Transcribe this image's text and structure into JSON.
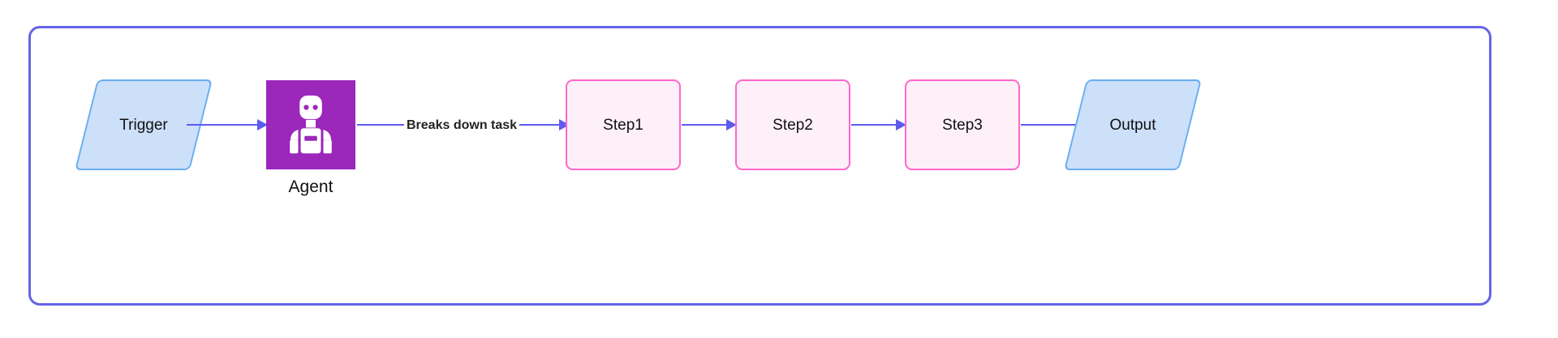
{
  "diagram": {
    "container_name": "agent-workflow-container",
    "accent_border_color": "#6563e8",
    "arrow_color": "#5d5bef",
    "nodes": {
      "trigger": {
        "label": "Trigger",
        "shape": "parallelogram",
        "fill_color": "#cce0fa",
        "border_color": "#69aef2"
      },
      "agent": {
        "label": "Agent",
        "shape": "icon-tile",
        "icon": "robot-agent-icon",
        "fill_color": "#9b27bb",
        "icon_color": "#ffffff"
      },
      "step1": {
        "label": "Step1",
        "shape": "rounded-rect",
        "fill_color": "#fdf0f9",
        "border_color": "#ff66cc"
      },
      "step2": {
        "label": "Step2",
        "shape": "rounded-rect",
        "fill_color": "#fdf0f9",
        "border_color": "#ff66cc"
      },
      "step3": {
        "label": "Step3",
        "shape": "rounded-rect",
        "fill_color": "#fdf0f9",
        "border_color": "#ff66cc"
      },
      "output": {
        "label": "Output",
        "shape": "parallelogram",
        "fill_color": "#cce0fa",
        "border_color": "#69aef2"
      }
    },
    "edges": {
      "trigger_to_agent": {
        "label": ""
      },
      "agent_to_step1": {
        "label": "Breaks down task"
      },
      "step1_to_step2": {
        "label": ""
      },
      "step2_to_step3": {
        "label": ""
      },
      "step3_to_output": {
        "label": ""
      }
    }
  }
}
